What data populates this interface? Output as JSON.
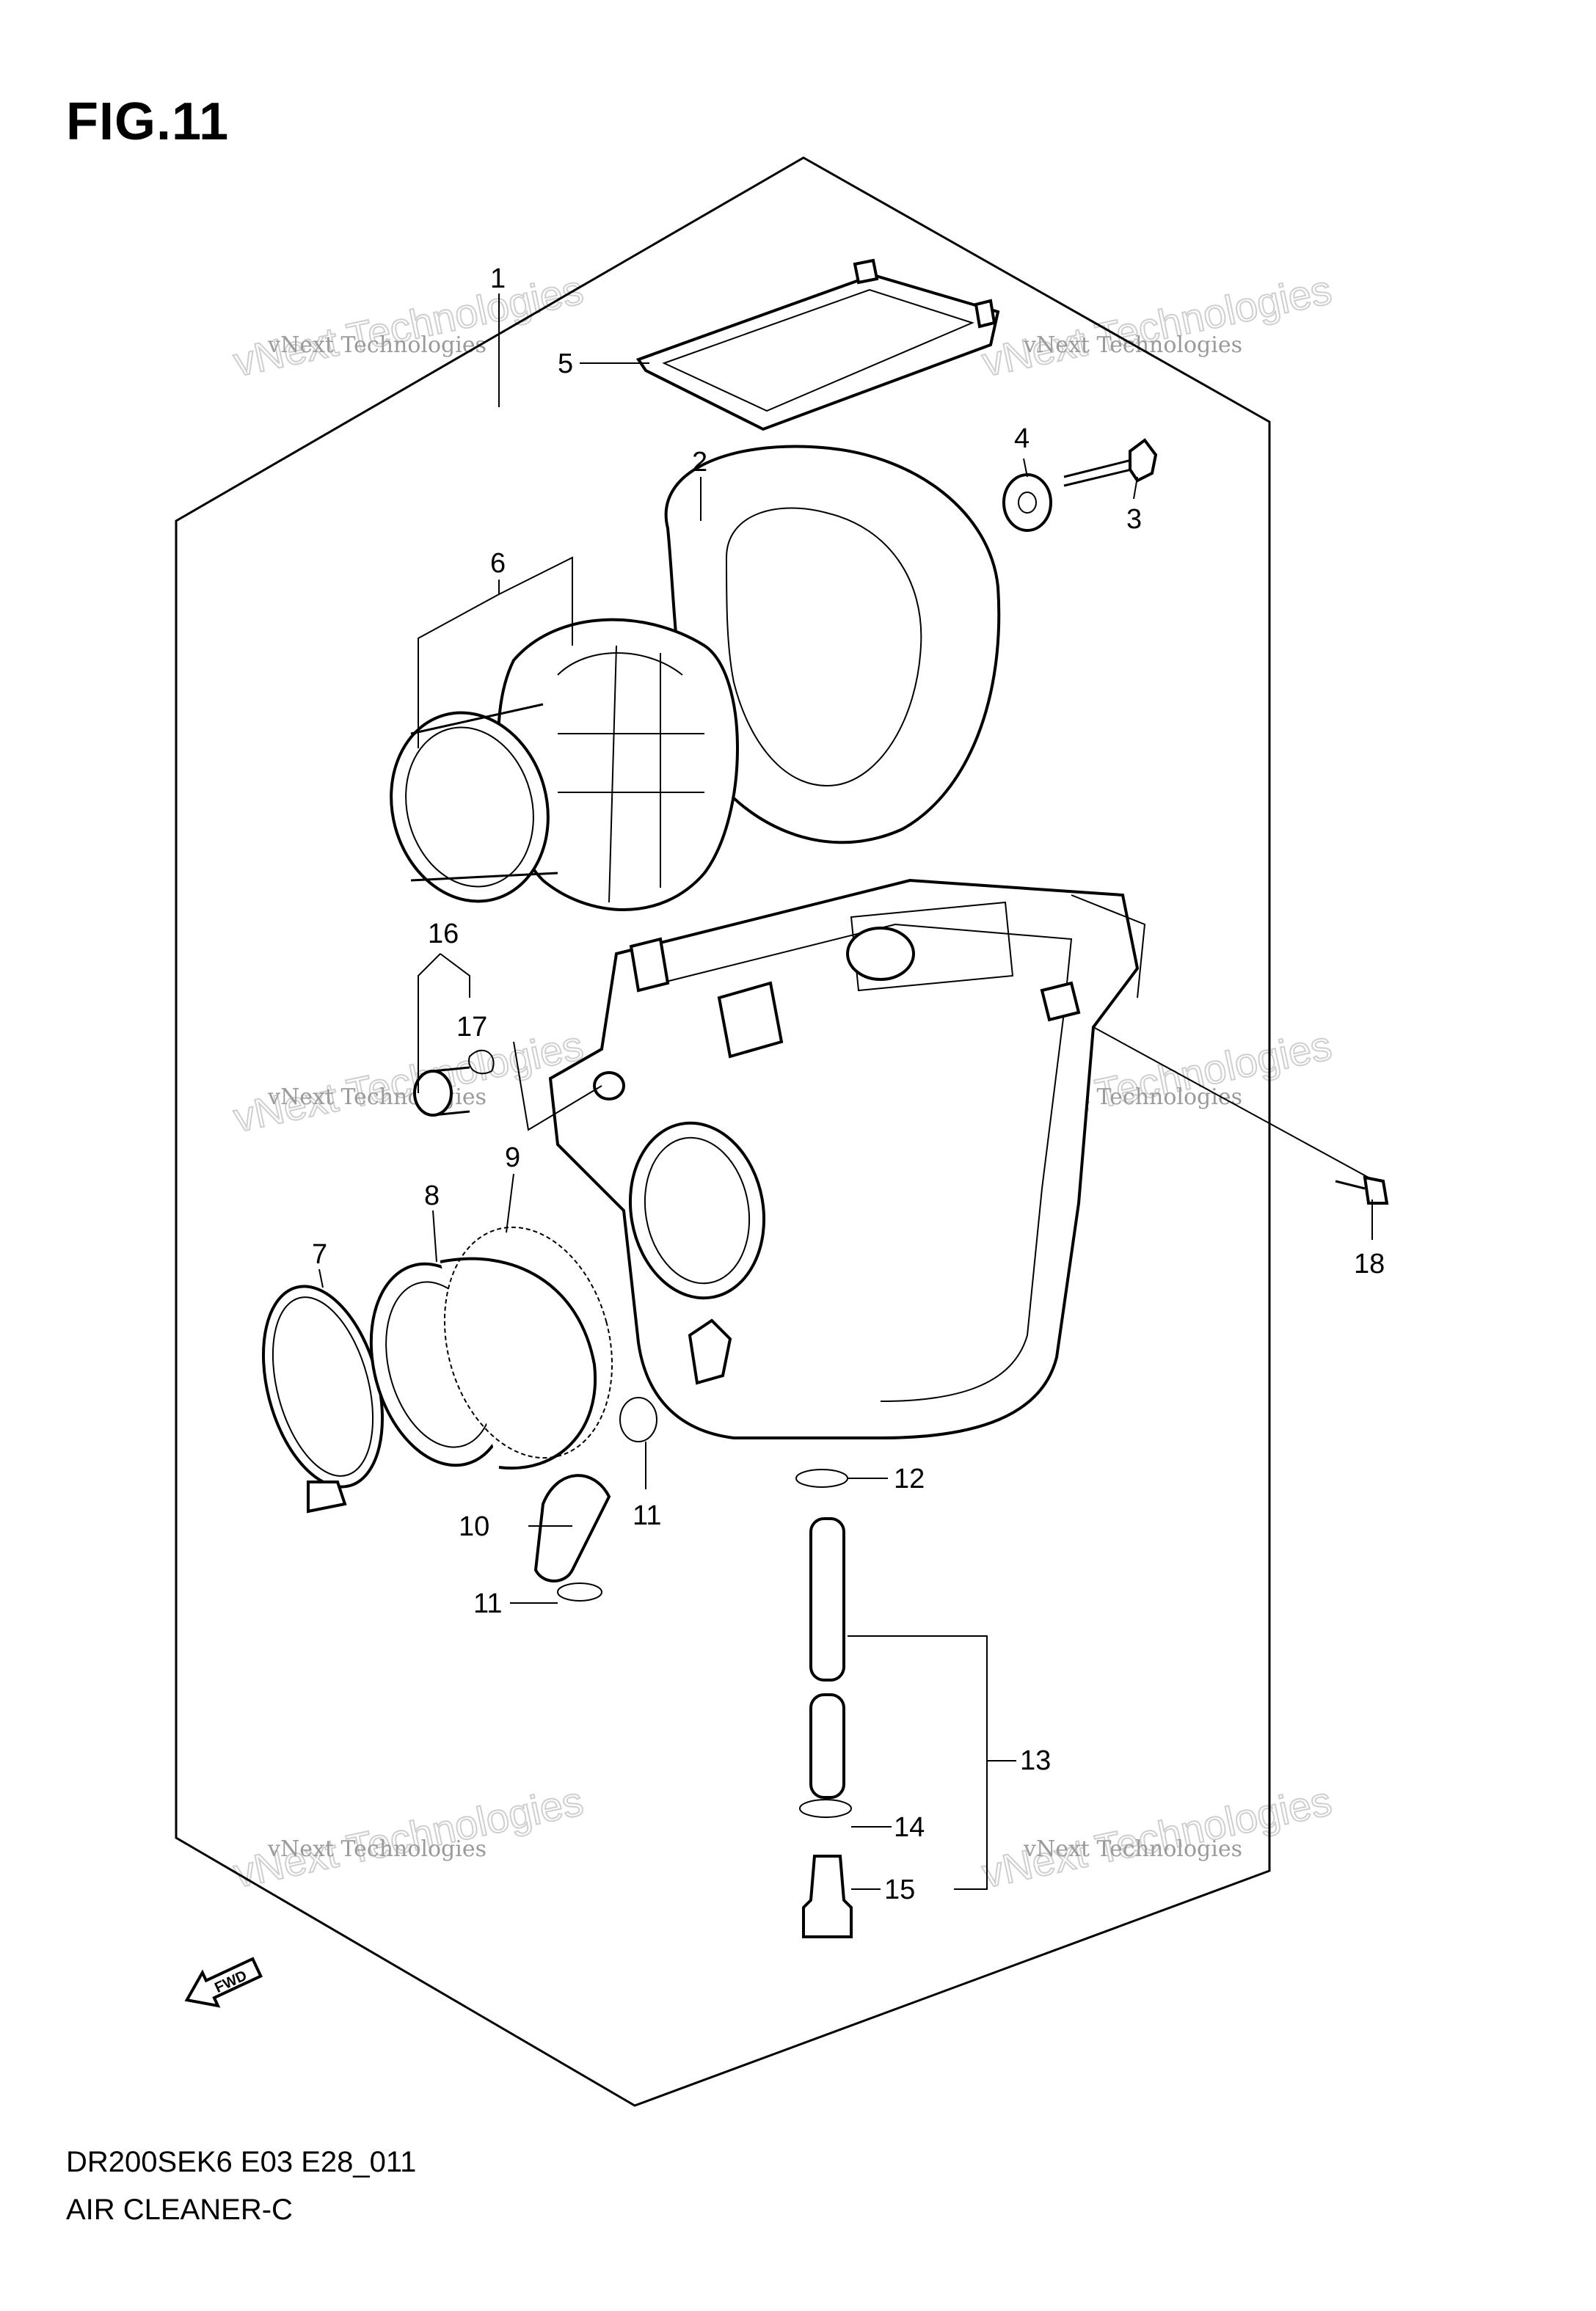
{
  "figure": {
    "title": "FIG.11",
    "model_code": "DR200SEK6 E03 E28_011",
    "name": "AIR CLEANER-C"
  },
  "callouts": [
    "1",
    "2",
    "3",
    "4",
    "5",
    "6",
    "7",
    "8",
    "9",
    "10",
    "11",
    "11",
    "12",
    "13",
    "14",
    "15",
    "16",
    "17",
    "18"
  ],
  "watermark": {
    "small_text": "vNext Technologies",
    "big_text": "vNext Technologies"
  },
  "fwd_label": "FWD"
}
